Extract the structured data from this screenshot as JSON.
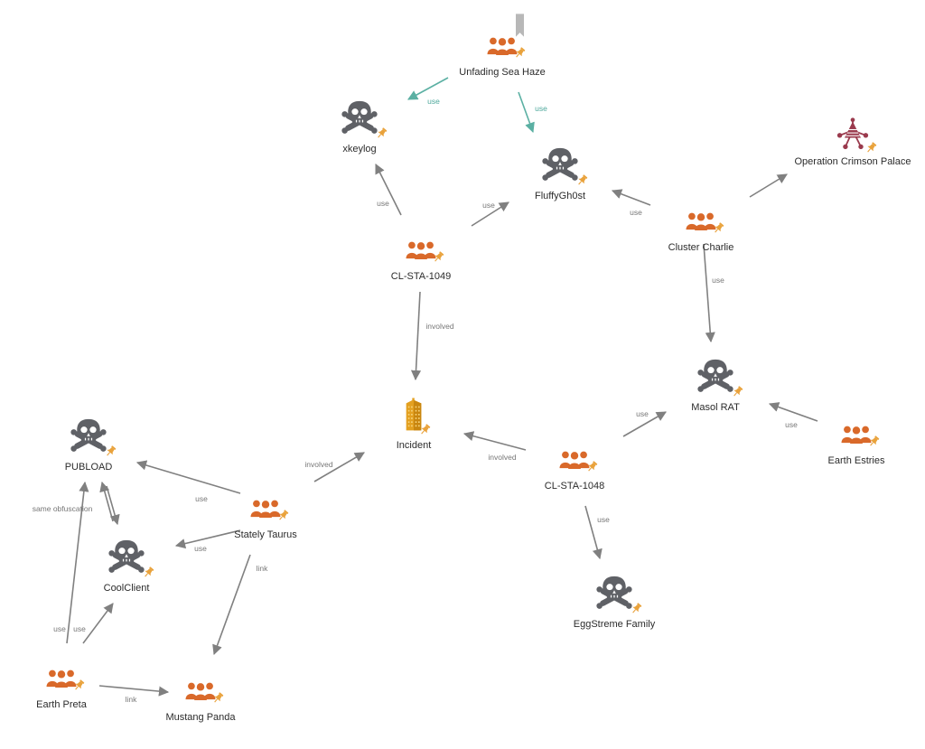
{
  "colors": {
    "edge": "#808080",
    "edge_highlight": "#5bb0a3",
    "edge_label": "#777777",
    "group_icon": "#d9692a",
    "skull_icon": "#5f6166",
    "building_icon": "#e3a020",
    "campaign_icon": "#9a3a4d",
    "pin": "#e9a23b",
    "label": "#2b2b2b",
    "background": "#ffffff"
  },
  "nodes": [
    {
      "id": "unfading",
      "label": "Unfading Sea Haze",
      "icon": "group-icon",
      "bookmark": true
    },
    {
      "id": "xkeylog",
      "label": "xkeylog",
      "icon": "skull-icon"
    },
    {
      "id": "fluffy",
      "label": "FluffyGh0st",
      "icon": "skull-icon"
    },
    {
      "id": "crimson",
      "label": "Operation Crimson Palace",
      "icon": "campaign-icon"
    },
    {
      "id": "charlie",
      "label": "Cluster Charlie",
      "icon": "group-icon"
    },
    {
      "id": "sta1049",
      "label": "CL-STA-1049",
      "icon": "group-icon"
    },
    {
      "id": "masol",
      "label": "Masol RAT",
      "icon": "skull-icon"
    },
    {
      "id": "incident",
      "label": "Incident",
      "icon": "building-icon"
    },
    {
      "id": "earthestries",
      "label": "Earth Estries",
      "icon": "group-icon"
    },
    {
      "id": "pubload",
      "label": "PUBLOAD",
      "icon": "skull-icon"
    },
    {
      "id": "sta1048",
      "label": "CL-STA-1048",
      "icon": "group-icon"
    },
    {
      "id": "stately",
      "label": "Stately Taurus",
      "icon": "group-icon"
    },
    {
      "id": "coolclient",
      "label": "CoolClient",
      "icon": "skull-icon"
    },
    {
      "id": "eggstreme",
      "label": "EggStreme Family",
      "icon": "skull-icon"
    },
    {
      "id": "earthpreta",
      "label": "Earth Preta",
      "icon": "group-icon"
    },
    {
      "id": "mustang",
      "label": "Mustang Panda",
      "icon": "group-icon"
    }
  ],
  "edges": [
    {
      "id": "e1",
      "label": "use",
      "highlight": true
    },
    {
      "id": "e2",
      "label": "use",
      "highlight": true
    },
    {
      "id": "e3",
      "label": "use"
    },
    {
      "id": "e4",
      "label": "use"
    },
    {
      "id": "e5",
      "label": "use"
    },
    {
      "id": "e6",
      "label": ""
    },
    {
      "id": "e7",
      "label": "use"
    },
    {
      "id": "e8",
      "label": "involved"
    },
    {
      "id": "e9",
      "label": "use"
    },
    {
      "id": "e10",
      "label": "involved"
    },
    {
      "id": "e11",
      "label": "use"
    },
    {
      "id": "e12",
      "label": "use"
    },
    {
      "id": "e13",
      "label": "involved"
    },
    {
      "id": "e14",
      "label": "use"
    },
    {
      "id": "e15",
      "label": "use"
    },
    {
      "id": "e16",
      "label": "link"
    },
    {
      "id": "e17",
      "label": ""
    },
    {
      "id": "e18",
      "label": "same obfuscation"
    },
    {
      "id": "e19",
      "label": "use"
    },
    {
      "id": "e20",
      "label": "use"
    },
    {
      "id": "e21",
      "label": "link"
    }
  ]
}
